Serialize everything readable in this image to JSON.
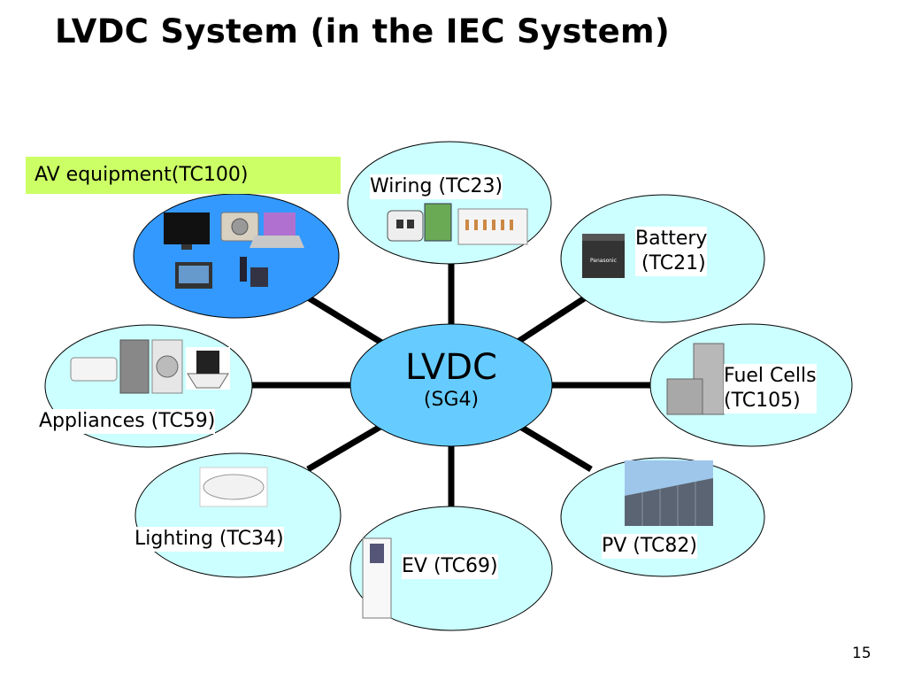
{
  "title": "LVDC System (in the IEC System)",
  "center": {
    "main": "LVDC",
    "sub": "(SG4)"
  },
  "nodes": {
    "av": "AV equipment(TC100)",
    "wiring": "Wiring (TC23)",
    "battery": "Battery\n (TC21)",
    "fuel_cells": "Fuel Cells\n(TC105)",
    "pv": "PV (TC82)",
    "ev": "EV (TC69)",
    "lighting": "Lighting (TC34)",
    "appliances": "Appliances (TC59)"
  },
  "battery_brand": "Panasonic",
  "page_number": "15",
  "colors": {
    "node_fill": "#ccffff",
    "center_fill": "#66ccff",
    "av_fill": "#3399ff",
    "av_tag": "#ccff66",
    "connector": "#000000"
  }
}
